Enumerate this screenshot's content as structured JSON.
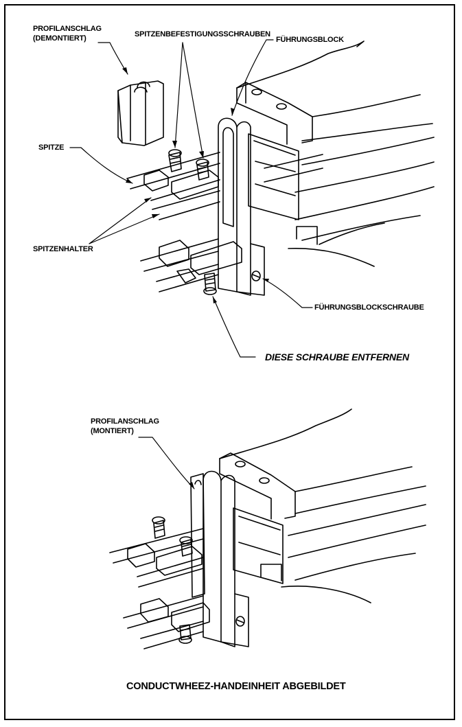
{
  "labels": {
    "profilanschlag_demontiert_line1": "PROFILANSCHLAG",
    "profilanschlag_demontiert_line2": "(DEMONTIERT)",
    "spitzenbefestigungsschrauben": "SPITZENBEFESTIGUNGSSCHRAUBEN",
    "fuehrungsblock": "FÜHRUNGSBLOCK",
    "spitze": "SPITZE",
    "spitzenhalter": "SPITZENHALTER",
    "fuehrungsblockschraube": "FÜHRUNGSBLOCKSCHRAUBE",
    "diese_schraube_entfernen": "DIESE SCHRAUBE ENTFERNEN",
    "profilanschlag_montiert_line1": "PROFILANSCHLAG",
    "profilanschlag_montiert_line2": "(MONTIERT)"
  },
  "caption": "CONDUCTWHEEZ-HANDEINHEIT ABGEBILDET"
}
